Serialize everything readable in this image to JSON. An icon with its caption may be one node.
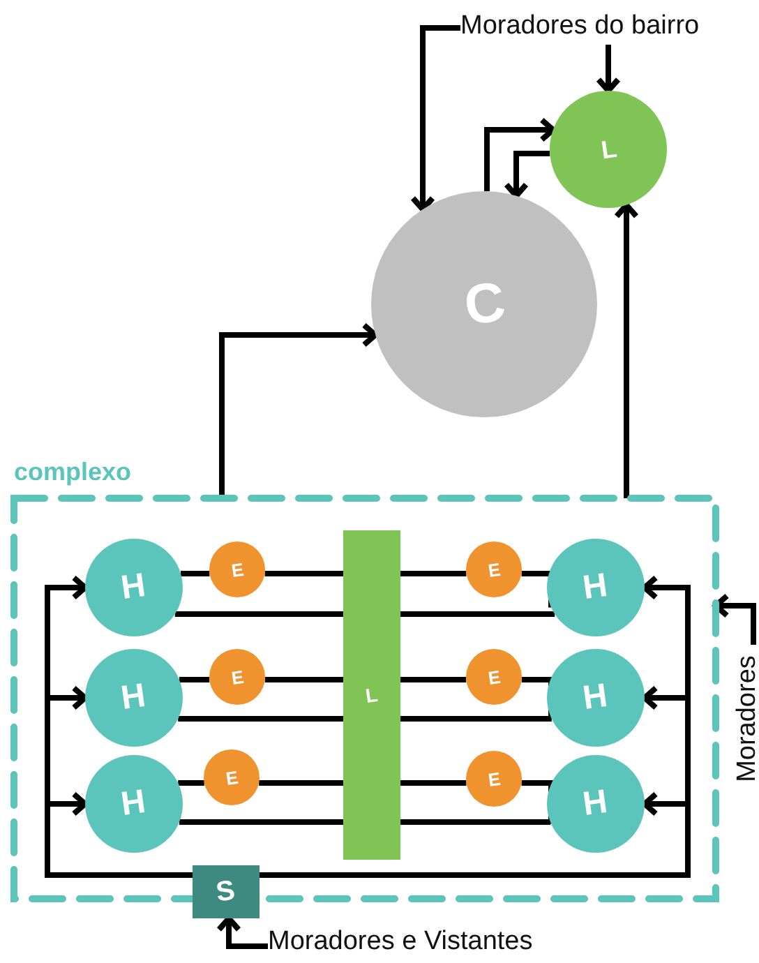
{
  "diagram": {
    "nodes": [
      {
        "text": [
          "Moradores do bairro"
        ]
      },
      {
        "text": [
          "L"
        ]
      },
      {
        "text": [
          "C"
        ]
      },
      {
        "text": [
          "complexo"
        ]
      },
      {
        "text": [
          "H"
        ],
        "in": 3
      },
      {
        "text": [
          "E"
        ],
        "in": 3
      },
      {
        "text": [
          "L"
        ],
        "in": 3
      },
      {
        "text": [
          "E"
        ],
        "in": 3
      },
      {
        "text": [
          "H"
        ],
        "in": 3
      },
      {
        "text": [
          "H"
        ],
        "in": 3
      },
      {
        "text": [
          "E"
        ],
        "in": 3
      },
      {
        "text": [
          "E"
        ],
        "in": 3
      },
      {
        "text": [
          "H"
        ],
        "in": 3
      },
      {
        "text": [
          "H"
        ],
        "in": 3
      },
      {
        "text": [
          "E"
        ],
        "in": 3
      },
      {
        "text": [
          "E"
        ],
        "in": 3
      },
      {
        "text": [
          "H"
        ],
        "in": 3
      },
      {
        "text": [
          "S"
        ]
      },
      {
        "text": [
          "Moradores"
        ]
      },
      {
        "text": [
          "Moradores e Vistantes"
        ]
      }
    ],
    "edges": [
      {
        "from": 0,
        "to": 2,
        "arrow": "to"
      },
      {
        "from": 0,
        "to": 1,
        "arrow": "to"
      },
      {
        "from": 2,
        "to": 1,
        "arrow": "to"
      },
      {
        "from": 1,
        "to": 2,
        "arrow": "to"
      },
      {
        "from": 3,
        "to": 2,
        "arrow": "to"
      },
      {
        "from": 3,
        "to": 1,
        "arrow": "to"
      },
      {
        "from": 18,
        "to": 3,
        "arrow": "to"
      },
      {
        "from": 19,
        "to": 17,
        "arrow": "to"
      },
      {
        "from": 17,
        "to": 4,
        "arrow": "to"
      },
      {
        "from": 17,
        "to": 9,
        "arrow": "to"
      },
      {
        "from": 17,
        "to": 13,
        "arrow": "to"
      },
      {
        "from": 17,
        "to": 8,
        "arrow": "to"
      },
      {
        "from": 17,
        "to": 12,
        "arrow": "to"
      },
      {
        "from": 17,
        "to": 16,
        "arrow": "to"
      },
      {
        "from": 4,
        "to": 5,
        "arrow": "none"
      },
      {
        "from": 5,
        "to": 6,
        "arrow": "none"
      },
      {
        "from": 6,
        "to": 7,
        "arrow": "none"
      },
      {
        "from": 7,
        "to": 8,
        "arrow": "none"
      },
      {
        "from": 4,
        "to": 6,
        "arrow": "none"
      },
      {
        "from": 6,
        "to": 8,
        "arrow": "none"
      },
      {
        "from": 9,
        "to": 10,
        "arrow": "none"
      },
      {
        "from": 10,
        "to": 6,
        "arrow": "none"
      },
      {
        "from": 6,
        "to": 11,
        "arrow": "none"
      },
      {
        "from": 11,
        "to": 12,
        "arrow": "none"
      },
      {
        "from": 9,
        "to": 6,
        "arrow": "none"
      },
      {
        "from": 6,
        "to": 12,
        "arrow": "none"
      },
      {
        "from": 13,
        "to": 14,
        "arrow": "none"
      },
      {
        "from": 14,
        "to": 6,
        "arrow": "none"
      },
      {
        "from": 6,
        "to": 15,
        "arrow": "none"
      },
      {
        "from": 15,
        "to": 16,
        "arrow": "none"
      },
      {
        "from": 13,
        "to": 6,
        "arrow": "none"
      },
      {
        "from": 6,
        "to": 16,
        "arrow": "none"
      }
    ]
  }
}
